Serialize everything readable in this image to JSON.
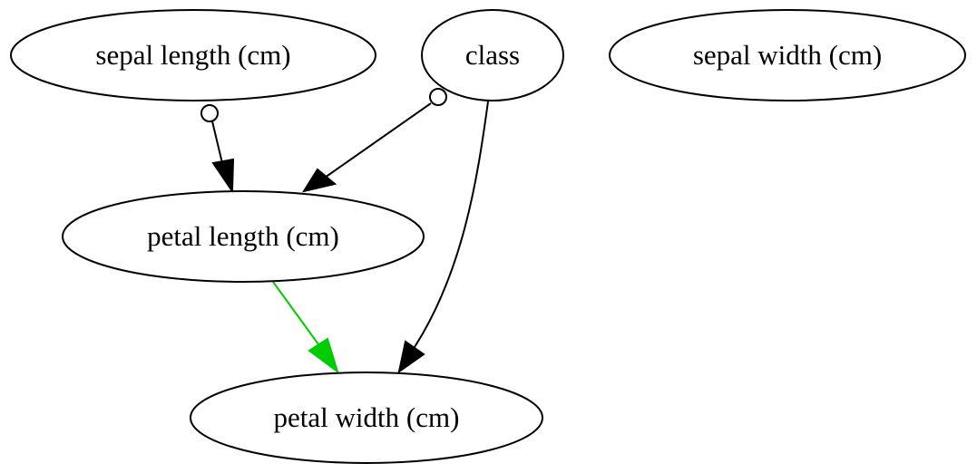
{
  "nodes": [
    {
      "id": "sepal_length",
      "label": "sepal length (cm)"
    },
    {
      "id": "class",
      "label": "class"
    },
    {
      "id": "sepal_width",
      "label": "sepal width (cm)"
    },
    {
      "id": "petal_length",
      "label": "petal length (cm)"
    },
    {
      "id": "petal_width",
      "label": "petal width (cm)"
    }
  ],
  "edges": [
    {
      "from": "sepal_length",
      "to": "petal_length",
      "tail": "circle",
      "head": "arrow",
      "color": "#000000"
    },
    {
      "from": "class",
      "to": "petal_length",
      "tail": "circle",
      "head": "arrow",
      "color": "#000000"
    },
    {
      "from": "class",
      "to": "petal_width",
      "tail": "none",
      "head": "arrow",
      "color": "#000000"
    },
    {
      "from": "petal_length",
      "to": "petal_width",
      "tail": "none",
      "head": "arrow",
      "color": "#00cc00"
    }
  ]
}
